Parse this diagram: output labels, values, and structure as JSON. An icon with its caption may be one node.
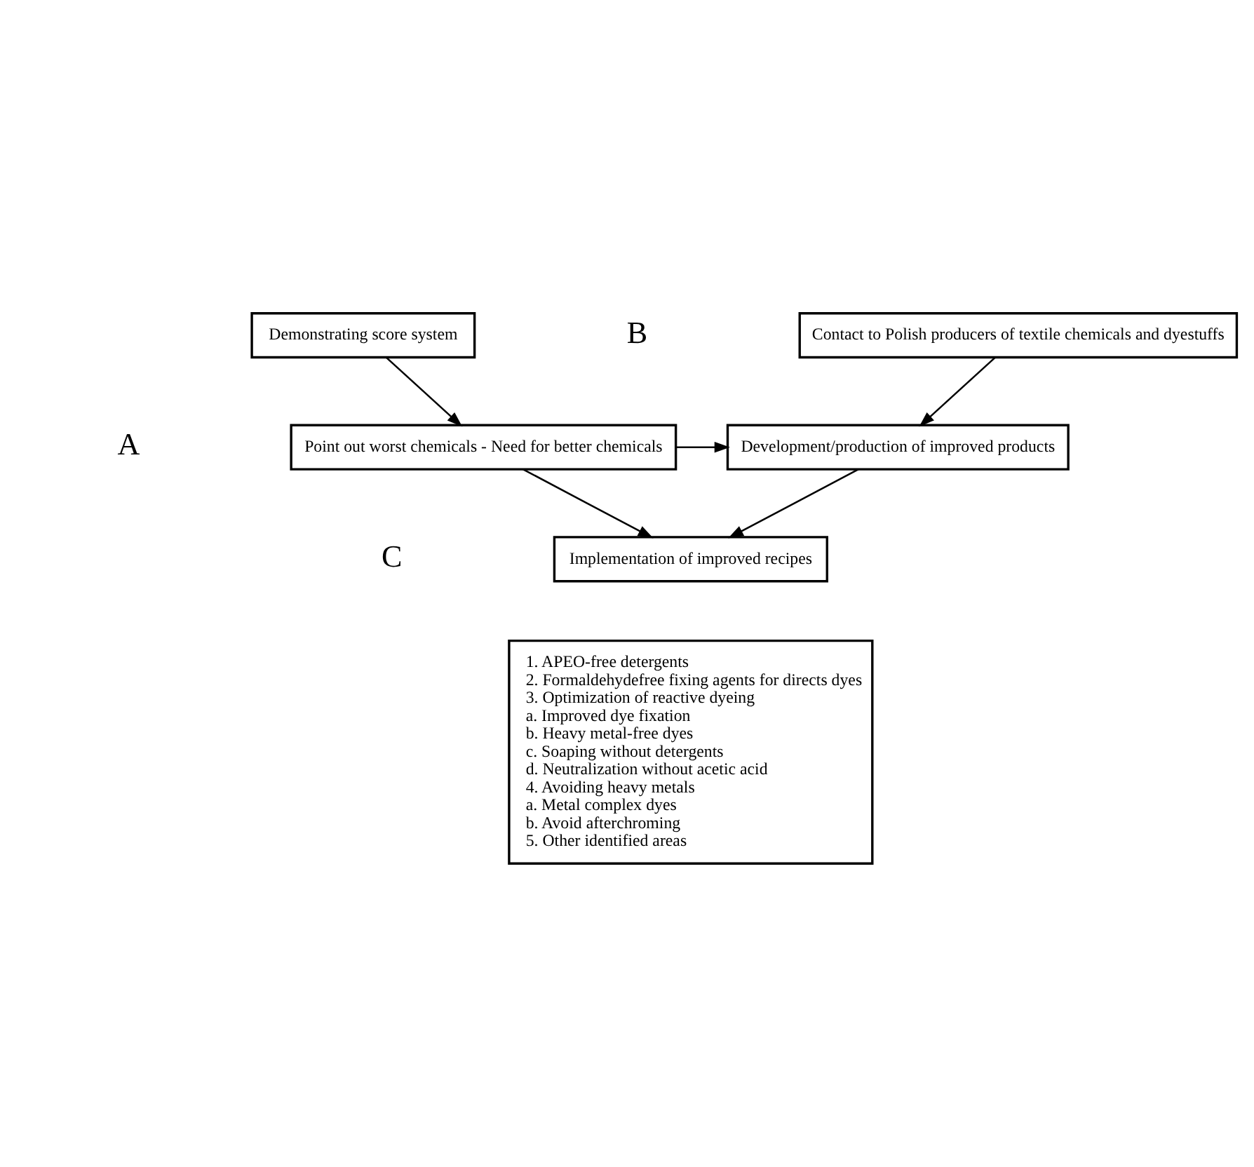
{
  "diagram": {
    "nodes": [
      {
        "text": [
          "Demonstrating score system"
        ]
      },
      {
        "text": [
          "Point out worst chemicals - Need for better chemicals"
        ]
      },
      {
        "text": [
          "Contact to Polish producers of textile chemicals and dyestuffs"
        ]
      },
      {
        "text": [
          "Development/production of improved products"
        ]
      },
      {
        "text": [
          "Implementation of improved recipes"
        ]
      },
      {
        "text": [
          "1. APEO-free detergents",
          "2. Formaldehydefree fixing agents for directs dyes",
          "3. Optimization of reactive dyeing",
          "a. Improved dye fixation",
          "b. Heavy metal-free dyes",
          "c. Soaping without detergents",
          "d. Neutralization without acetic acid",
          "4. Avoiding heavy metals",
          "a. Metal complex dyes",
          "b. Avoid afterchroming",
          "5. Other identified areas"
        ]
      }
    ],
    "edges": [
      {
        "from": 0,
        "to": 1,
        "arrow": "to"
      },
      {
        "from": 2,
        "to": 3,
        "arrow": "to"
      },
      {
        "from": 1,
        "to": 3,
        "arrow": "to"
      },
      {
        "from": 1,
        "to": 4,
        "arrow": "to"
      },
      {
        "from": 3,
        "to": 4,
        "arrow": "to"
      }
    ],
    "labels": [
      "A",
      "B",
      "C"
    ]
  }
}
